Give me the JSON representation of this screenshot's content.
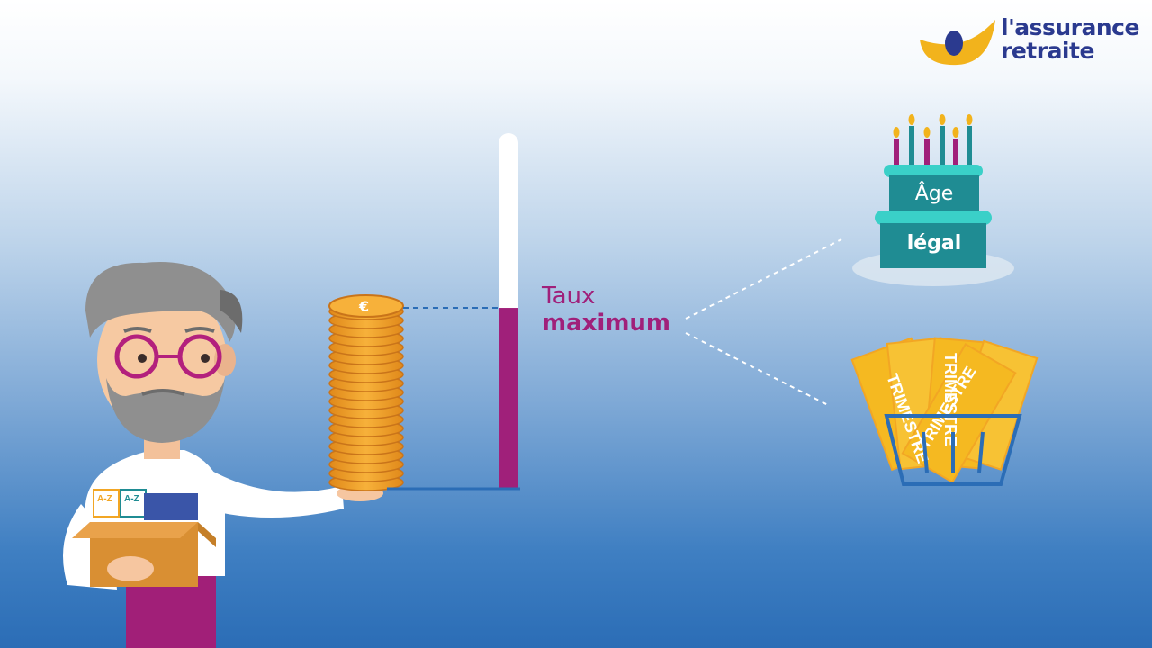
{
  "brand": {
    "line1": "l'assurance",
    "line2": "retraite",
    "colors": {
      "blue": "#2b3a8f",
      "yellow": "#f2b31c"
    }
  },
  "gauge": {
    "label_line1": "Taux",
    "label_line2": "maximum",
    "fill_fraction": 0.51,
    "fill_color": "#a0207a"
  },
  "cake": {
    "top_label": "Âge",
    "bottom_label": "légal",
    "color": "#1f8c93"
  },
  "basket": {
    "ticket_text": "TRIMESTRE",
    "ticket_color": "#f5b921"
  },
  "coins": {
    "symbol": "€",
    "color": "#f2a624"
  },
  "box_labels": [
    "A-Z",
    "A-Z"
  ]
}
